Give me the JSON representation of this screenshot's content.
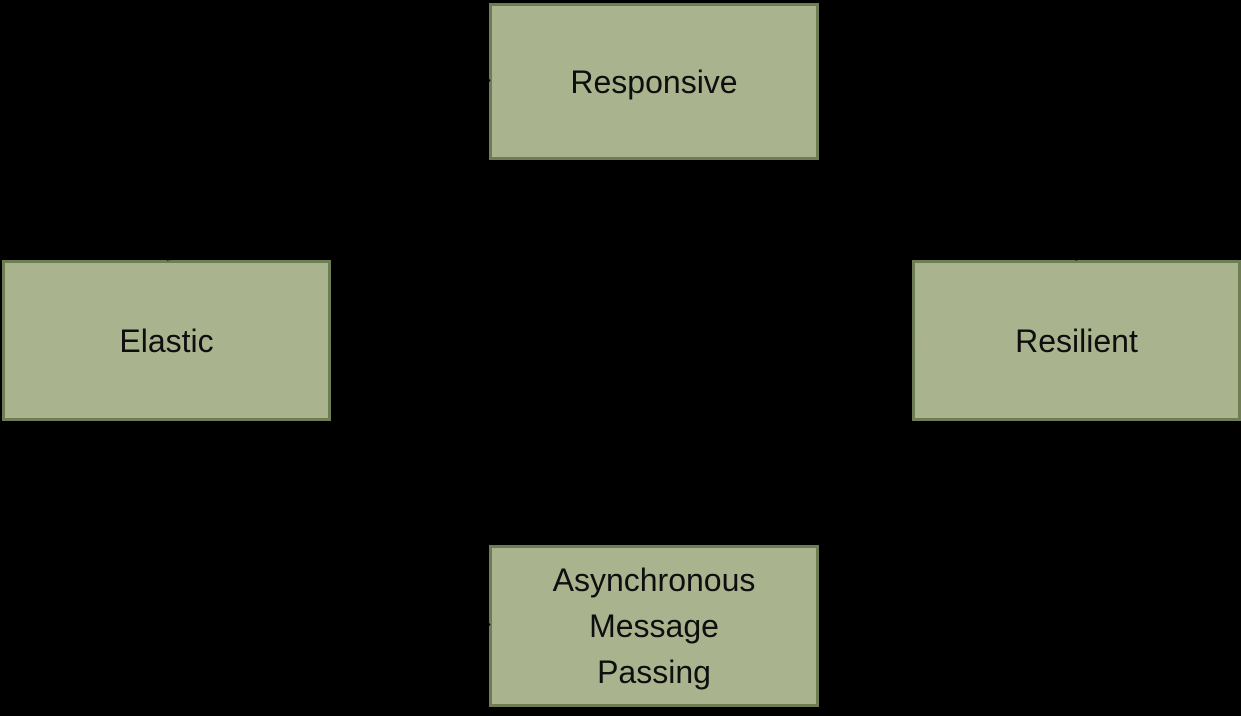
{
  "diagram": {
    "type": "block-diagram",
    "subject": "reactive-system-traits",
    "background_color": "#000000",
    "colors": {
      "node_fill": "#a9b48e",
      "node_border": "#6f7d55",
      "node_text": "#0e0e0e",
      "connector": "#000000"
    },
    "nodes": [
      {
        "id": "responsive",
        "label": "Responsive"
      },
      {
        "id": "elastic",
        "label": "Elastic"
      },
      {
        "id": "resilient",
        "label": "Resilient"
      },
      {
        "id": "async-message-passing",
        "label": "Asynchronous\nMessage\nPassing"
      }
    ],
    "edges": [
      {
        "from": "elastic",
        "to": "responsive",
        "style": "double-arrow"
      },
      {
        "from": "resilient",
        "to": "responsive",
        "style": "double-arrow"
      },
      {
        "from": "elastic",
        "to": "resilient",
        "style": "double-arrow"
      },
      {
        "from": "async-message-passing",
        "to": "elastic",
        "style": "double-arrow"
      },
      {
        "from": "async-message-passing",
        "to": "resilient",
        "style": "double-arrow"
      }
    ]
  }
}
